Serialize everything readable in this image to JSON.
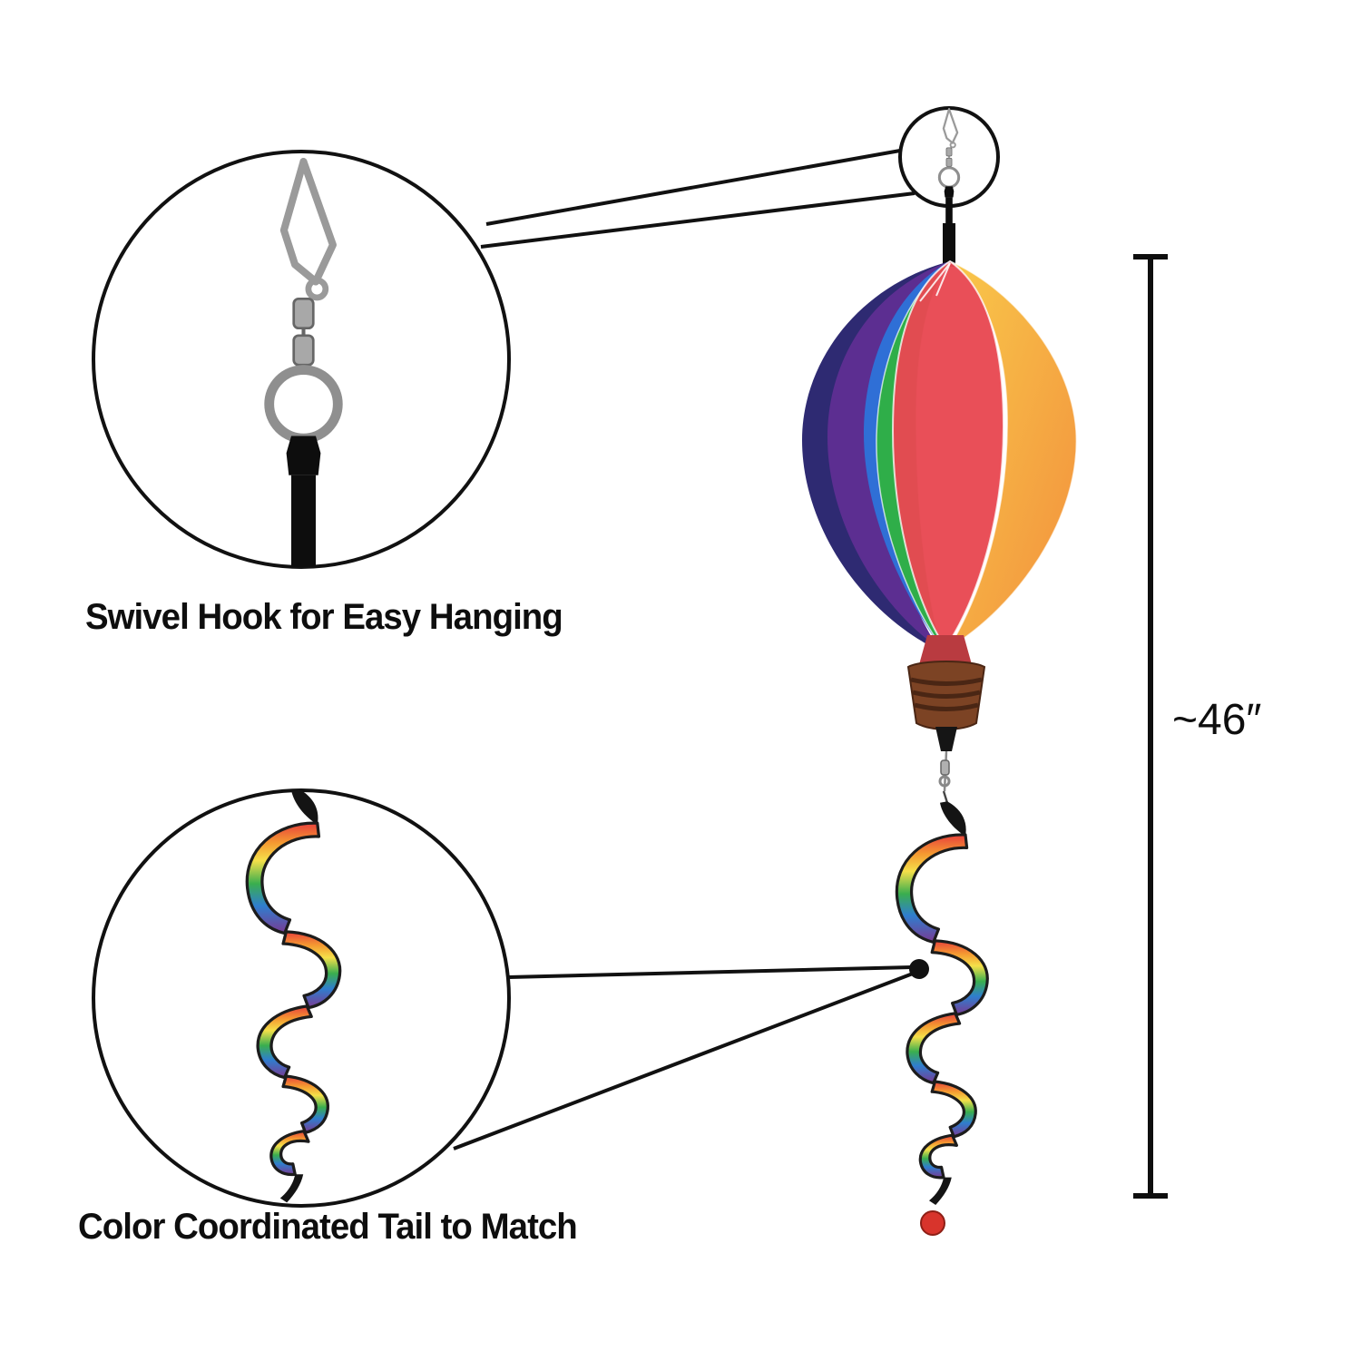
{
  "captions": {
    "swivel_hook": "Swivel Hook for Easy Hanging",
    "tail": "Color Coordinated Tail to Match"
  },
  "measurement": {
    "height_label": "~46″"
  },
  "product": {
    "description": "rainbow hot air balloon wind spinner with spiral tail",
    "balloon_panel_colors": [
      "#2e2a72",
      "#5c2e91",
      "#2f6fd6",
      "#2fae49",
      "#e84851",
      "#f6a83c"
    ],
    "tail_rainbow_colors": [
      "#e8413c",
      "#f59a31",
      "#f5e04a",
      "#3aae4e",
      "#2f7ece",
      "#7a3a93"
    ],
    "coil_color": "#7c4324",
    "ball_color": "#d8342c",
    "line_color": "#111111"
  }
}
